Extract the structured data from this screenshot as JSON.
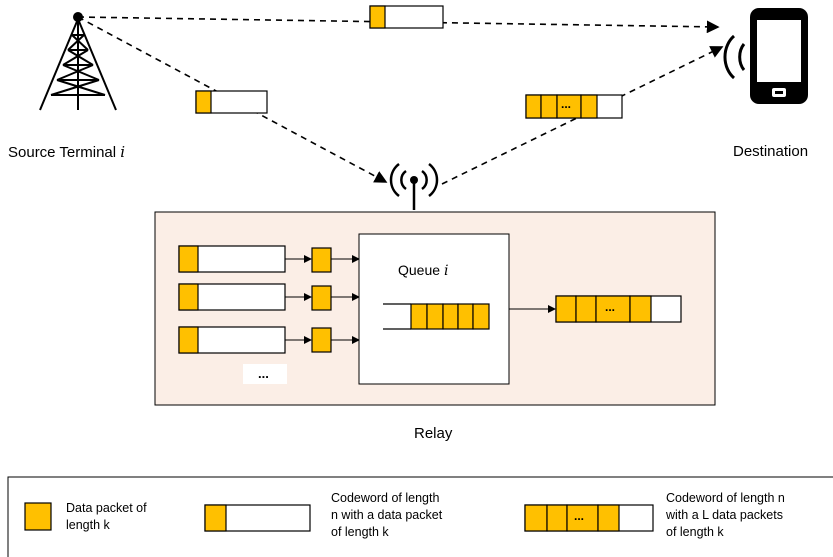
{
  "diagram": {
    "source_label": "Source Terminal",
    "source_index": "i",
    "destination_label": "Destination",
    "relay_label": "Relay",
    "queue_label": "Queue",
    "queue_index": "i",
    "ellipsis": "..."
  },
  "legend": {
    "data_packet": "Data packet of\nlength k",
    "codeword_single": "Codeword of length\nn with a data packet\nof length k",
    "codeword_multi": "Codeword of length n\nwith a L data packets\nof length k"
  },
  "colors": {
    "packet": "#FFC000",
    "relay_bg": "#FBEEE6",
    "stroke": "#000000"
  }
}
